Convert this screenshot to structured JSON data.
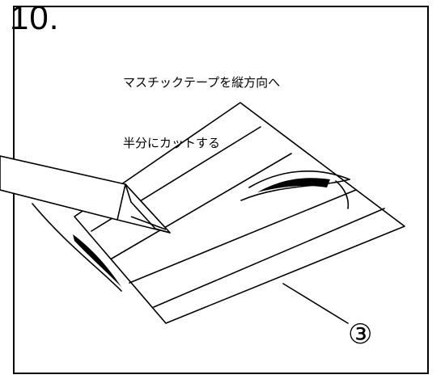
{
  "step": {
    "number": "10.",
    "instruction_lines": [
      "マスチックテープを縦方向へ",
      "半分にカットする"
    ]
  },
  "illustration": {
    "part_label": "③"
  }
}
